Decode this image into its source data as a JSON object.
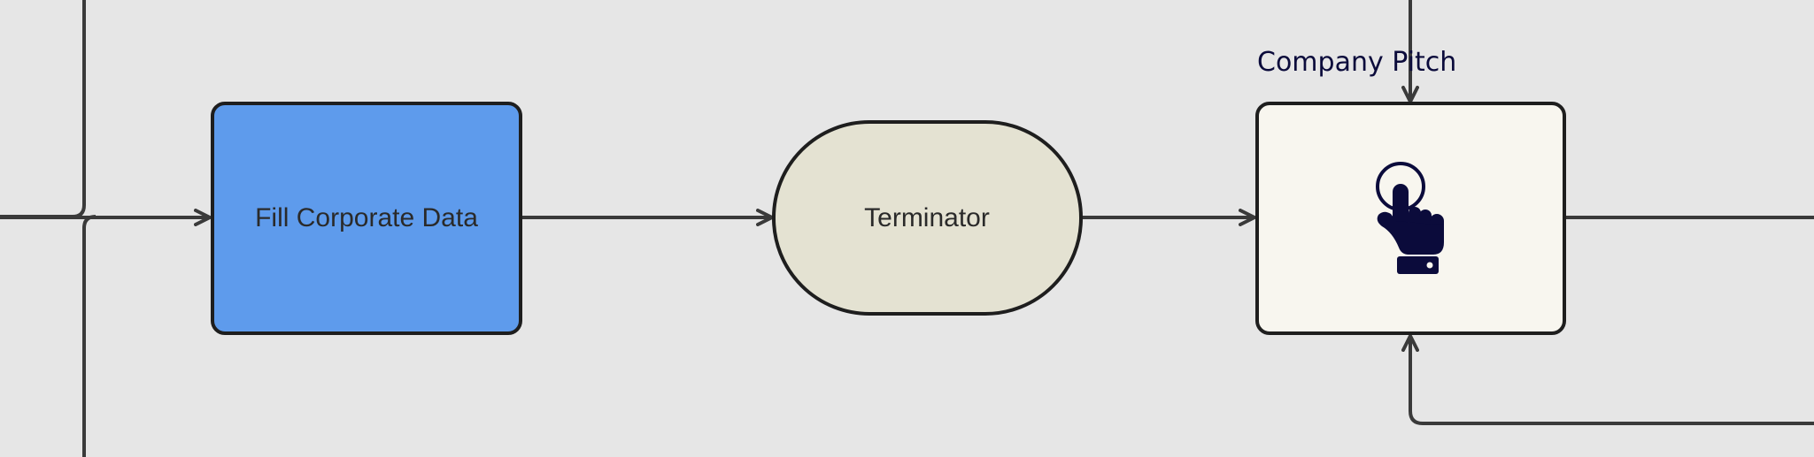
{
  "diagram": {
    "nodes": {
      "fill_corporate_data": {
        "label": "Fill Corporate Data",
        "shape": "rounded-rectangle",
        "fill": "#5e9bec"
      },
      "terminator": {
        "label": "Terminator",
        "shape": "terminator",
        "fill": "#e4e2d2"
      },
      "company_pitch": {
        "caption": "Company Pitch",
        "shape": "rounded-rectangle",
        "fill": "#f8f6ef",
        "icon": "hand-pointer-click-icon"
      }
    },
    "edges": [
      {
        "from": "left-bus",
        "to": "fill_corporate_data"
      },
      {
        "from": "fill_corporate_data",
        "to": "terminator"
      },
      {
        "from": "terminator",
        "to": "company_pitch"
      },
      {
        "from": "top-edge",
        "to": "company_pitch"
      },
      {
        "from": "right-loop",
        "to": "company_pitch"
      },
      {
        "from": "company_pitch",
        "to": "right-edge"
      }
    ],
    "colors": {
      "background": "#e6e6e6",
      "connector": "#3a3a3a",
      "border": "#1e1e1e",
      "icon": "#0b0b3b",
      "caption": "#0b0b3b"
    }
  }
}
